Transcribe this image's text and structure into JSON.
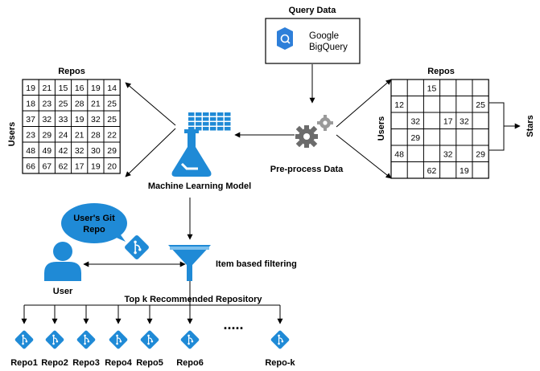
{
  "query": {
    "title": "Query Data",
    "google": "Google",
    "bigquery": "BigQuery"
  },
  "left_matrix": {
    "title": "Repos",
    "side_label": "Users",
    "rows": [
      [
        "19",
        "21",
        "15",
        "16",
        "19",
        "14"
      ],
      [
        "18",
        "23",
        "25",
        "28",
        "21",
        "25"
      ],
      [
        "37",
        "32",
        "33",
        "19",
        "32",
        "25"
      ],
      [
        "23",
        "29",
        "24",
        "21",
        "28",
        "22"
      ],
      [
        "48",
        "49",
        "42",
        "32",
        "30",
        "29"
      ],
      [
        "66",
        "67",
        "62",
        "17",
        "19",
        "20"
      ]
    ]
  },
  "right_matrix": {
    "title": "Repos",
    "side_label": "Users",
    "stars_label": "Stars",
    "rows": [
      [
        "",
        "",
        "15",
        "",
        "",
        ""
      ],
      [
        "12",
        "",
        "",
        "",
        "",
        "25"
      ],
      [
        "",
        "32",
        "",
        "17",
        "32",
        ""
      ],
      [
        "",
        "29",
        "",
        "",
        "",
        ""
      ],
      [
        "48",
        "",
        "",
        "32",
        "",
        "29"
      ],
      [
        "",
        "",
        "62",
        "",
        "19",
        ""
      ]
    ]
  },
  "preprocess": {
    "label": "Pre-process Data"
  },
  "ml_model": {
    "label": "Machine Learning Model"
  },
  "git_bubble": {
    "line1": "User's Git",
    "line2": "Repo"
  },
  "user": {
    "label": "User"
  },
  "filter": {
    "label": "Item based filtering"
  },
  "recommend": {
    "title": "Top k Recommended Repository",
    "ellipsis": "....."
  },
  "repos": [
    "Repo1",
    "Repo2",
    "Repo3",
    "Repo4",
    "Repo5",
    "Repo6",
    "Repo-k"
  ],
  "colors": {
    "accent": "#1f8ad6",
    "dark_accent": "#1565a8",
    "gear": "#6b6b6b"
  }
}
